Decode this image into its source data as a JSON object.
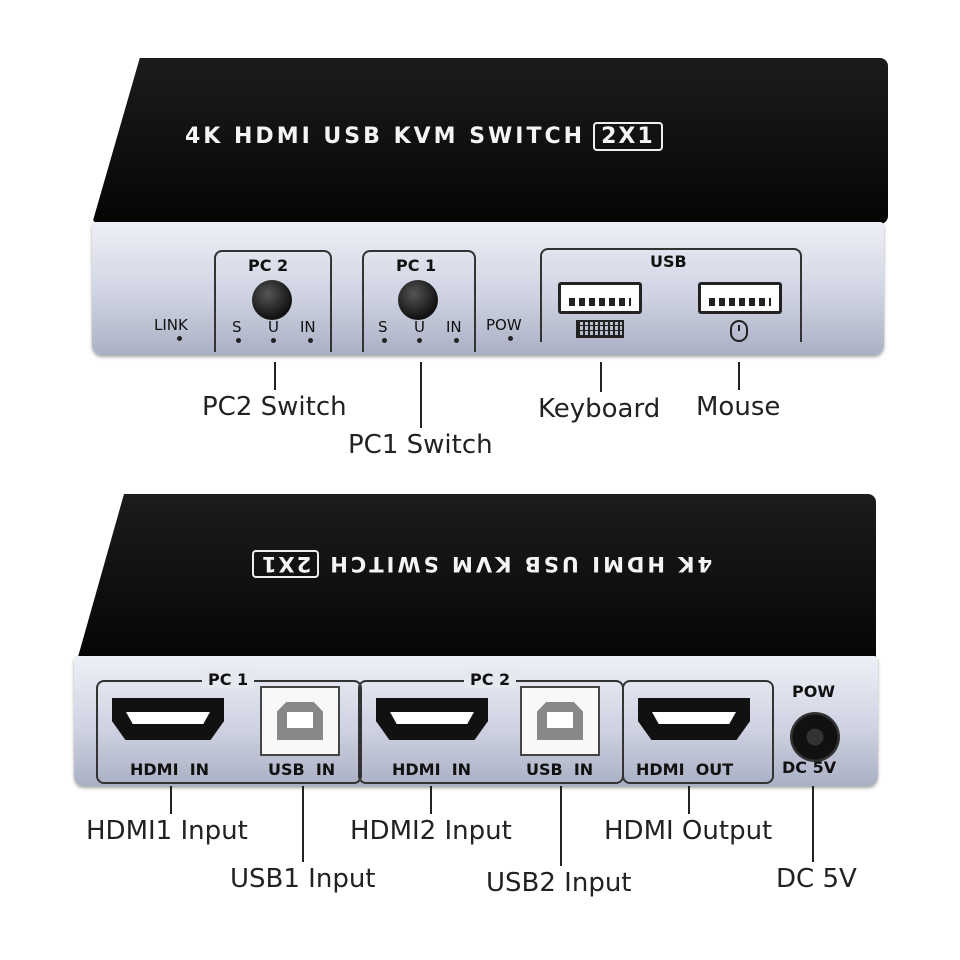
{
  "front_device": {
    "title": "4K HDMI USB KVM SWITCH",
    "title_box": "2X1",
    "groups": {
      "pc2": {
        "label": "PC 2",
        "leds": [
          "S",
          "U",
          "IN"
        ]
      },
      "pc1": {
        "label": "PC 1",
        "leds": [
          "S",
          "U",
          "IN"
        ]
      },
      "usb": {
        "label": "USB"
      }
    },
    "link_label": "LINK",
    "pow_label": "POW"
  },
  "front_callouts": {
    "pc2_switch": "PC2 Switch",
    "pc1_switch": "PC1 Switch",
    "keyboard": "Keyboard",
    "mouse": "Mouse"
  },
  "back_device": {
    "title": "4K HDMI USB KVM SWITCH",
    "title_box": "2X1",
    "pc1_label": "PC 1",
    "pc2_label": "PC 2",
    "pow_label": "POW",
    "ports": {
      "hdmi_in_1": "HDMI  IN",
      "usb_in_1": "USB  IN",
      "hdmi_in_2": "HDMI  IN",
      "usb_in_2": "USB  IN",
      "hdmi_out": "HDMI  OUT",
      "dc": "DC 5V"
    }
  },
  "back_callouts": {
    "hdmi1_input": "HDMI1 Input",
    "usb1_input": "USB1 Input",
    "hdmi2_input": "HDMI2 Input",
    "usb2_input": "USB2 Input",
    "hdmi_output": "HDMI Output",
    "dc5v": "DC 5V"
  }
}
